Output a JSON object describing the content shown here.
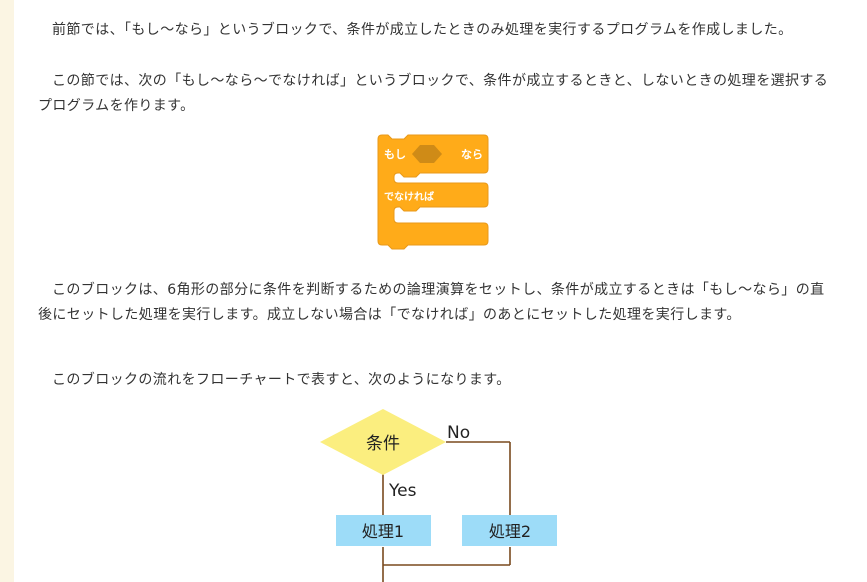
{
  "paragraphs": [
    "前節では、「もし〜なら」というブロックで、条件が成立したときのみ処理を実行するプログラムを作成しました。",
    "この節では、次の「もし〜なら〜でなければ」というブロックで、条件が成立するときと、しないときの処理を選択するプログラムを作ります。",
    "このブロックは、6角形の部分に条件を判断するための論理演算をセットし、条件が成立するときは「もし〜なら」の直後にセットした処理を実行します。成立しない場合は「でなければ」のあとにセットした処理を実行します。",
    "このブロックの流れをフローチャートで表すと、次のようになります。"
  ],
  "block": {
    "if_label": "もし",
    "then_label": "なら",
    "else_label": "でなければ",
    "color": "#ffab19",
    "hexagon_color": "#cf8b17"
  },
  "flowchart": {
    "condition": "条件",
    "yes_label": "Yes",
    "no_label": "No",
    "process1": "処理1",
    "process2": "処理2",
    "diamond_color": "#fbee7f",
    "process_color": "#9ddcf8",
    "line_color": "#7a4a1e"
  }
}
